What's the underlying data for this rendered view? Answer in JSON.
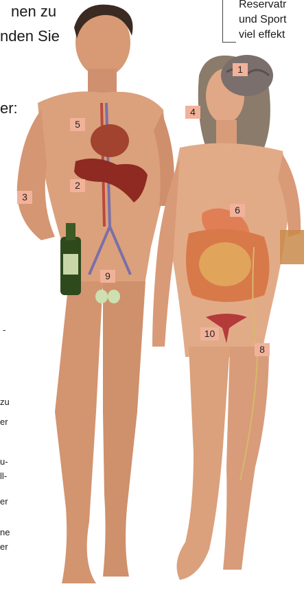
{
  "headline": {
    "line1": "nen zu",
    "line2": "nden Sie",
    "line3": "er:"
  },
  "left_column": {
    "dash": "-",
    "l1": "zu",
    "l2": "er",
    "l3": "u-",
    "l4": "ll-",
    "l5": "er",
    "l6": "ne",
    "l7": "er"
  },
  "right_box": {
    "line1": "Reservatr",
    "line2": "und Sport",
    "line3": "viel effekt"
  },
  "markers": [
    "1",
    "2",
    "3",
    "4",
    "5",
    "6",
    "8",
    "9",
    "10"
  ],
  "colors": {
    "marker_bg": "#f2b29a",
    "skin": "#d99a77",
    "brain": "#7a6f6c",
    "liver": "#8e2a21",
    "intestine": "#d8794a"
  }
}
